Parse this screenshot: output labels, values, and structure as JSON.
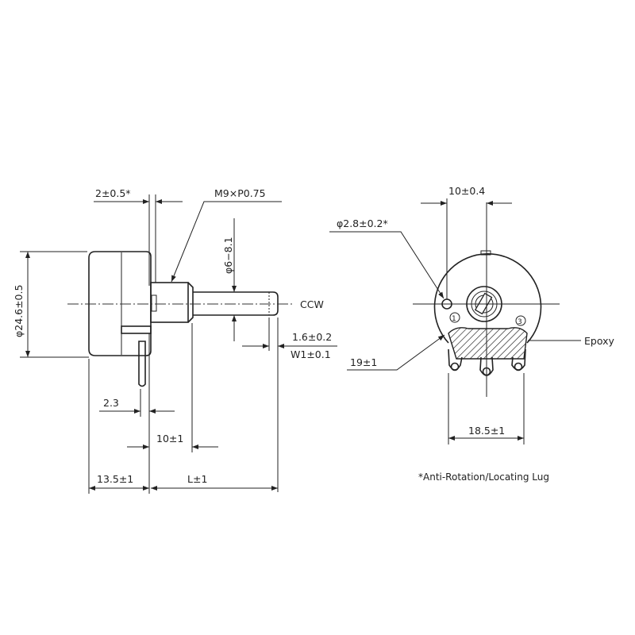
{
  "side_view": {
    "lug_offset": "2±0.5*",
    "thread": "M9×P0.75",
    "shaft_diameter": "φ6−8.1",
    "body_diameter": "φ24.6±0.5",
    "rotation": "CCW",
    "flat_depth": "1.6±0.2",
    "flat_width": "W1±0.1",
    "terminal_offset": "2.3",
    "bushing_length": "10±1",
    "body_depth": "13.5±1",
    "shaft_length": "L±1"
  },
  "front_view": {
    "lug_spacing": "10±0.4",
    "lug_hole": "φ2.8±0.2*",
    "terminal_radius": "19±1",
    "epoxy_label": "Epoxy",
    "terminal_spacing": "18.5±1",
    "terminal_1": "1",
    "terminal_3": "3"
  },
  "footnote": "*Anti-Rotation/Locating Lug"
}
